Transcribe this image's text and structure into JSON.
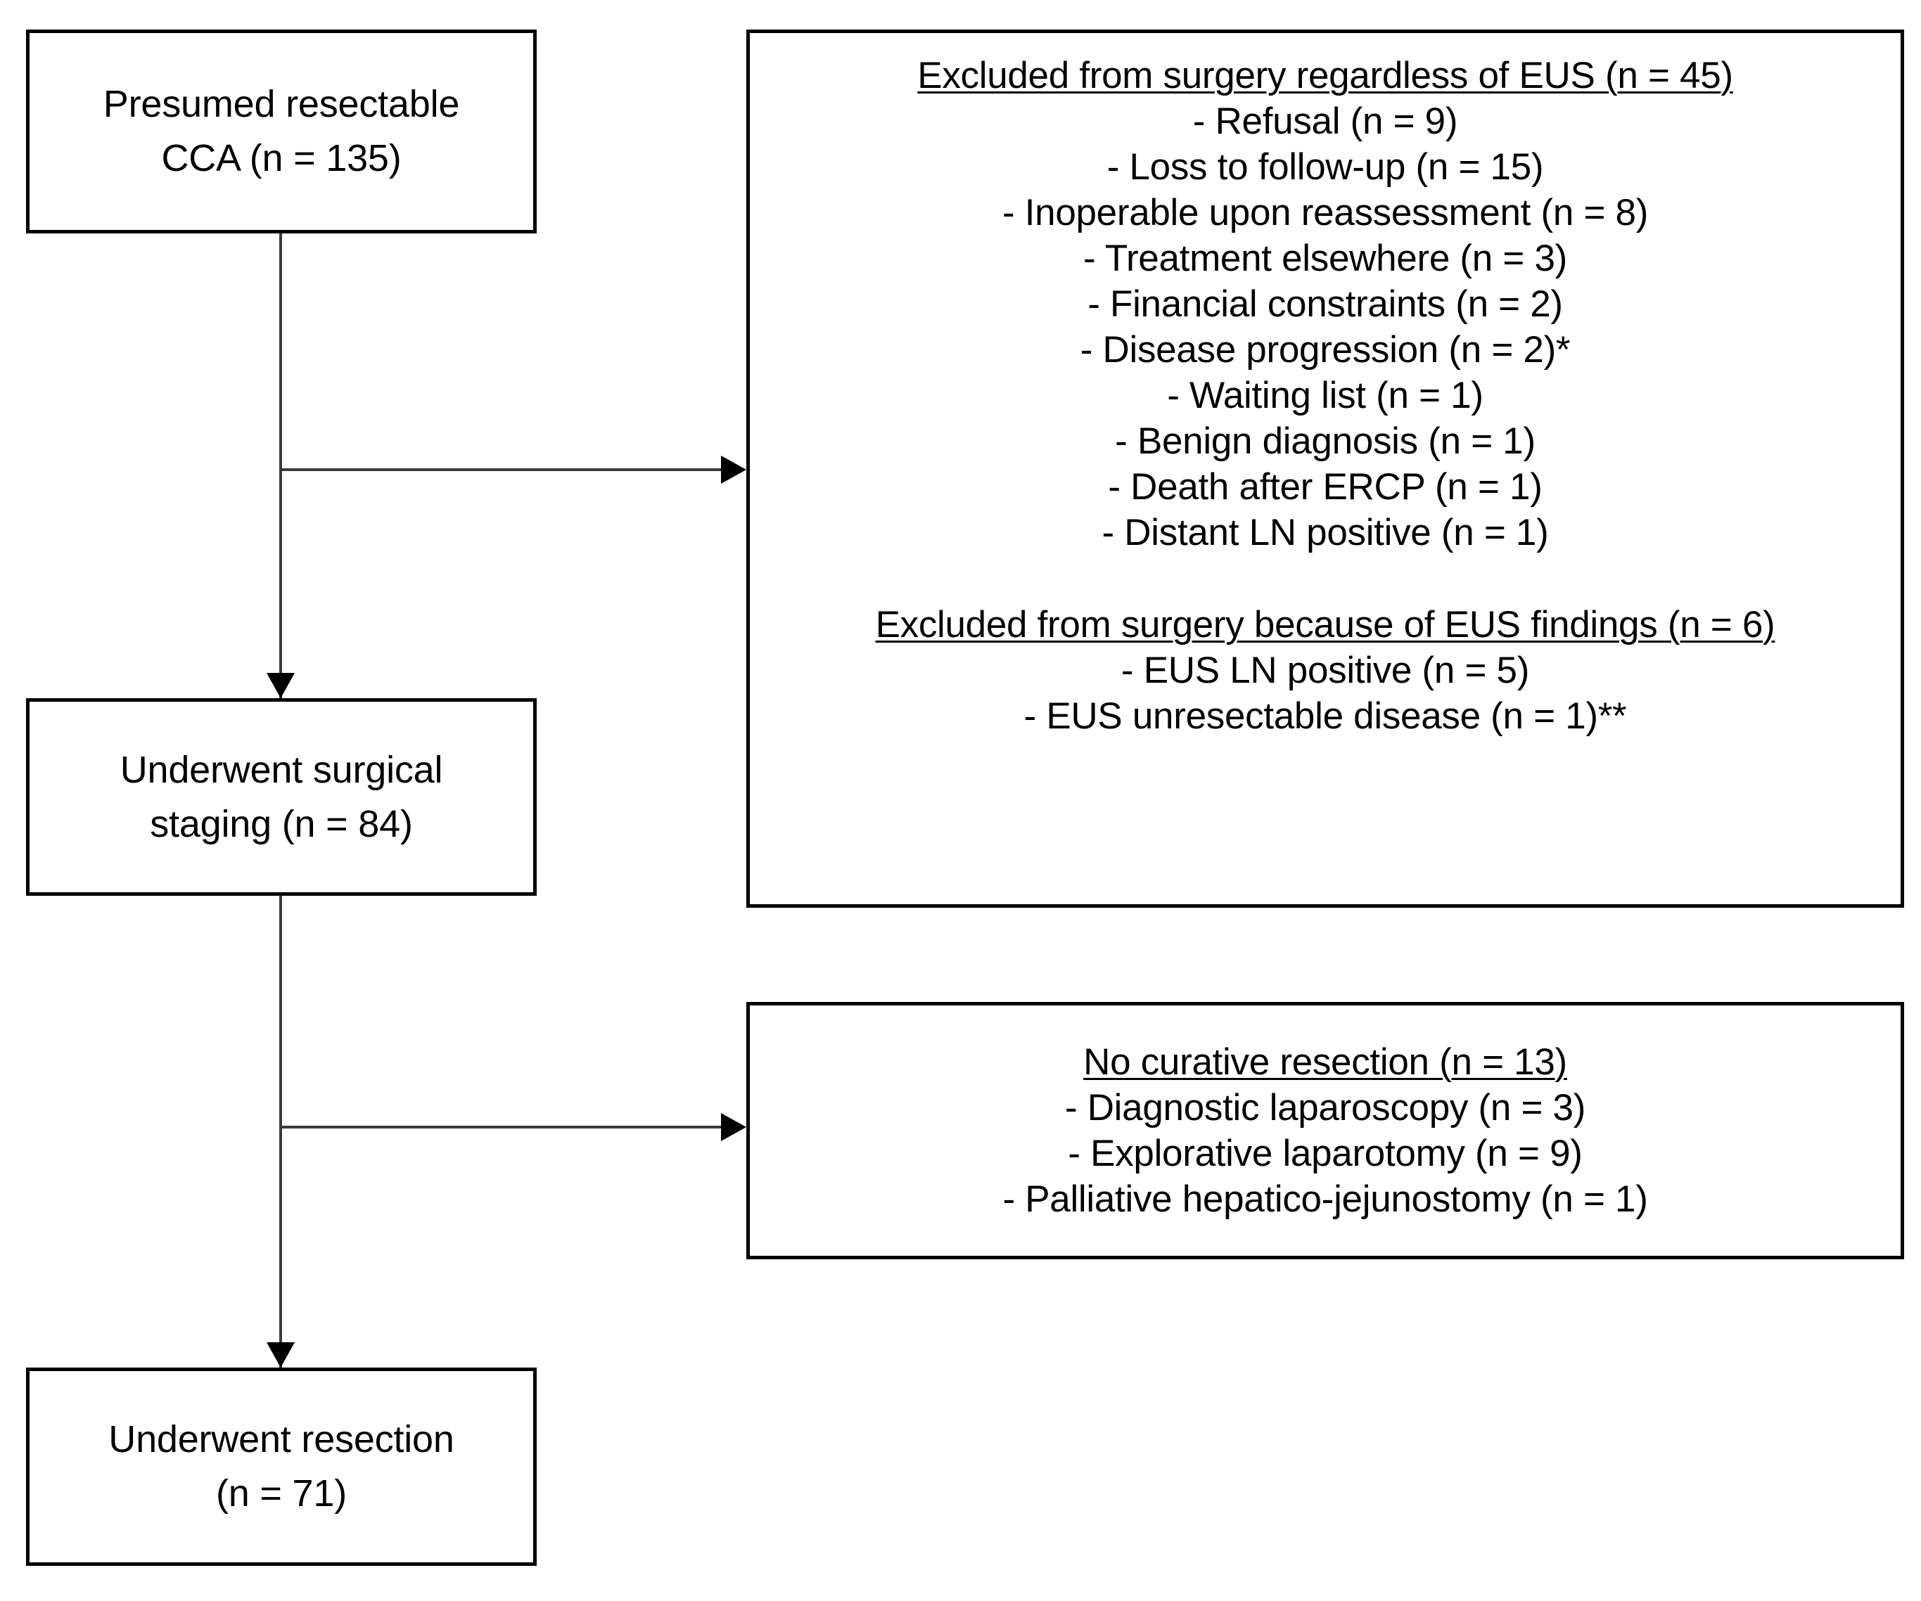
{
  "figure": {
    "type": "flow-diagram",
    "title": "Patient flow: presumed resectable cholangiocarcinoma (CCA)"
  },
  "nodes": {
    "presumed": {
      "name": "presumed-resectable-cca",
      "lines": [
        "Presumed resectable",
        "CCA (n = 135)"
      ]
    },
    "staging": {
      "name": "underwent-surgical-staging",
      "lines": [
        "Underwent surgical",
        "staging (n = 84)"
      ]
    },
    "resection": {
      "name": "underwent-resection",
      "lines": [
        "Underwent resection",
        "(n = 71)"
      ]
    }
  },
  "excluded_box": {
    "groups": [
      {
        "heading": "Excluded from surgery regardless of EUS (n = 45)",
        "items": [
          "- Refusal (n = 9)",
          "- Loss to follow-up (n = 15)",
          "- Inoperable upon reassessment (n = 8)",
          "- Treatment elsewhere (n = 3)",
          "- Financial constraints (n = 2)",
          "- Disease progression (n = 2)*",
          "- Waiting list (n = 1)",
          "- Benign diagnosis (n = 1)",
          "- Death after ERCP (n = 1)",
          "- Distant LN positive (n = 1)"
        ]
      },
      {
        "heading": "Excluded from surgery because of EUS findings (n = 6)",
        "items": [
          "- EUS LN positive (n = 5)",
          "- EUS unresectable disease (n = 1)**"
        ]
      }
    ]
  },
  "no_curative_box": {
    "groups": [
      {
        "heading": "No curative resection (n = 13)",
        "items": [
          "- Diagnostic laparoscopy (n = 3)",
          "- Explorative laparotomy (n = 9)",
          "- Palliative hepatico-jejunostomy (n = 1)"
        ]
      }
    ]
  },
  "chart_data": {
    "type": "flowchart",
    "title": "Presumed resectable CCA patient flow",
    "stages": [
      {
        "label": "Presumed resectable CCA",
        "n": 135
      },
      {
        "label": "Underwent surgical staging",
        "n": 84
      },
      {
        "label": "Underwent resection",
        "n": 71
      }
    ],
    "exclusions": [
      {
        "label": "Excluded from surgery regardless of EUS",
        "n": 45,
        "from_stage": "Presumed resectable CCA",
        "breakdown": [
          {
            "reason": "Refusal",
            "n": 9
          },
          {
            "reason": "Loss to follow-up",
            "n": 15
          },
          {
            "reason": "Inoperable upon reassessment",
            "n": 8
          },
          {
            "reason": "Treatment elsewhere",
            "n": 3
          },
          {
            "reason": "Financial constraints",
            "n": 2
          },
          {
            "reason": "Disease progression",
            "n": 2,
            "note": "*"
          },
          {
            "reason": "Waiting list",
            "n": 1
          },
          {
            "reason": "Benign diagnosis",
            "n": 1
          },
          {
            "reason": "Death after ERCP",
            "n": 1
          },
          {
            "reason": "Distant LN positive",
            "n": 1
          }
        ]
      },
      {
        "label": "Excluded from surgery because of EUS findings",
        "n": 6,
        "from_stage": "Presumed resectable CCA",
        "breakdown": [
          {
            "reason": "EUS LN positive",
            "n": 5
          },
          {
            "reason": "EUS unresectable disease",
            "n": 1,
            "note": "**"
          }
        ]
      },
      {
        "label": "No curative resection",
        "n": 13,
        "from_stage": "Underwent surgical staging",
        "breakdown": [
          {
            "reason": "Diagnostic laparoscopy",
            "n": 3
          },
          {
            "reason": "Explorative laparotomy",
            "n": 9
          },
          {
            "reason": "Palliative hepatico-jejunostomy",
            "n": 1
          }
        ]
      }
    ]
  },
  "colors": {
    "box_border": "#000000",
    "connector": "#3b3b3b",
    "text": "#000000",
    "background": "#ffffff"
  }
}
